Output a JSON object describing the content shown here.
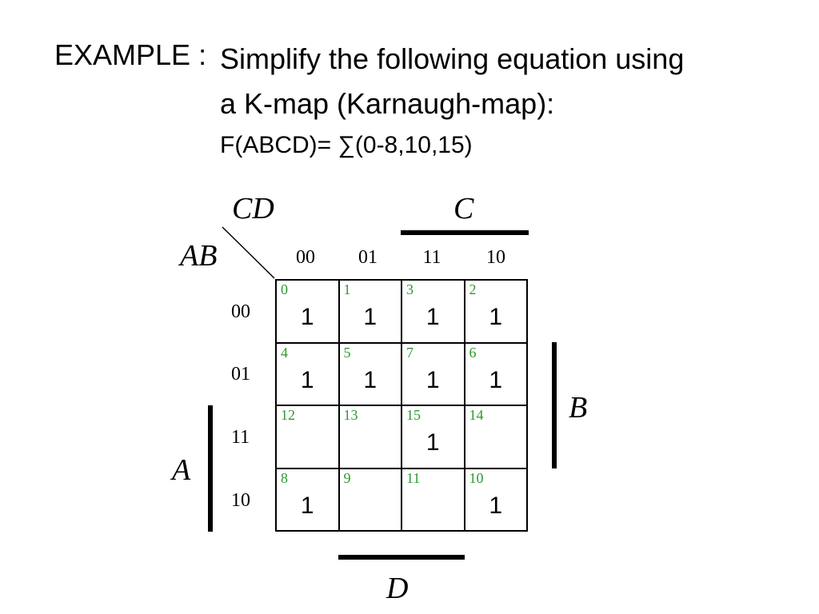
{
  "heading": {
    "prefix": "EXAMPLE :",
    "line1": "Simplify the following equation using",
    "line2": "a K-map (Karnaugh-map):",
    "function": "F(ABCD)= ∑(0-8,10,15)"
  },
  "kmap": {
    "col_variable": "CD",
    "row_variable": "AB",
    "bar_labels": {
      "C": "C",
      "B": "B",
      "A": "A",
      "D": "D"
    },
    "col_codes": [
      "00",
      "01",
      "11",
      "10"
    ],
    "row_codes": [
      "00",
      "01",
      "11",
      "10"
    ],
    "rows": [
      [
        {
          "minterm": "0",
          "value": "1"
        },
        {
          "minterm": "1",
          "value": "1"
        },
        {
          "minterm": "3",
          "value": "1"
        },
        {
          "minterm": "2",
          "value": "1"
        }
      ],
      [
        {
          "minterm": "4",
          "value": "1"
        },
        {
          "minterm": "5",
          "value": "1"
        },
        {
          "minterm": "7",
          "value": "1"
        },
        {
          "minterm": "6",
          "value": "1"
        }
      ],
      [
        {
          "minterm": "12",
          "value": ""
        },
        {
          "minterm": "13",
          "value": ""
        },
        {
          "minterm": "15",
          "value": "1"
        },
        {
          "minterm": "14",
          "value": ""
        }
      ],
      [
        {
          "minterm": "8",
          "value": "1"
        },
        {
          "minterm": "9",
          "value": ""
        },
        {
          "minterm": "11",
          "value": ""
        },
        {
          "minterm": "10",
          "value": "1"
        }
      ]
    ],
    "minterm_color": "#2e9a2e"
  }
}
